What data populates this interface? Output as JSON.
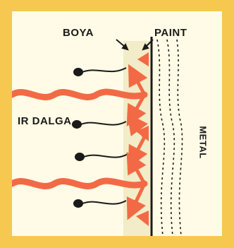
{
  "labels": {
    "boya": "BOYA",
    "paint": "PAINT",
    "ir_wave": "IR DALGA",
    "metal": "METAL"
  },
  "colors": {
    "background": "#f6c850",
    "panel": "#fffbe6",
    "paint_layer": "#f2ecc8",
    "ir_wave": "#f26a45",
    "ink": "#1a1a1a"
  }
}
